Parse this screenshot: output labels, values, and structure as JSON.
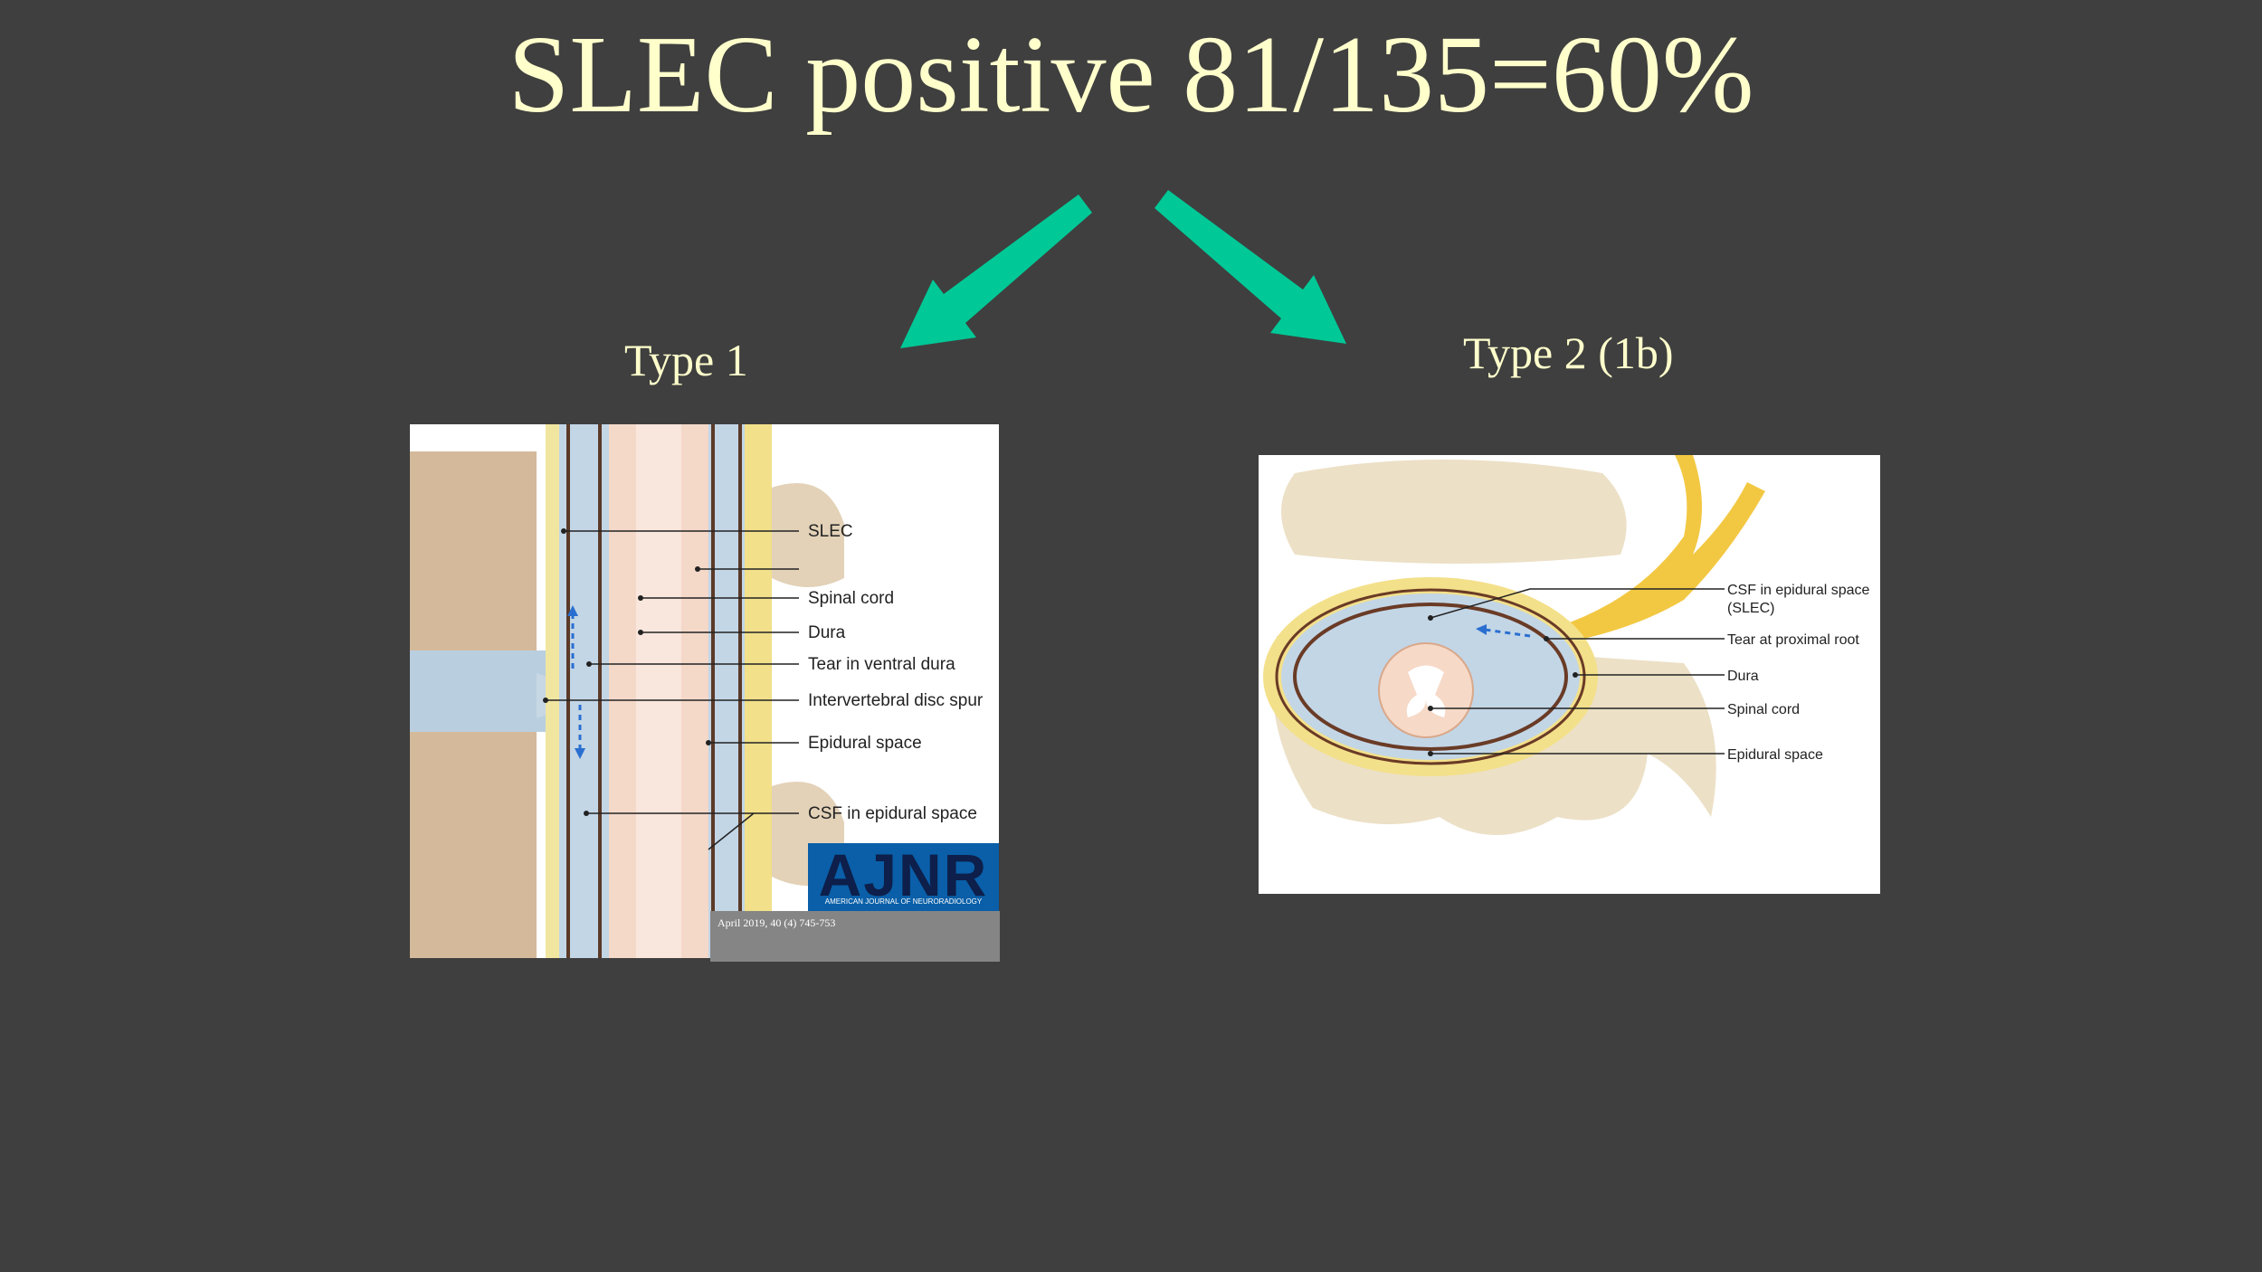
{
  "slide": {
    "title": "SLEC positive 81/135=60%",
    "arrow_color": "#00c896"
  },
  "left": {
    "label": "Type 1",
    "labels": [
      "SLEC",
      "Spinal cord",
      "Dura",
      "Tear in ventral dura",
      "Intervertebral disc spur",
      "Epidural space",
      "CSF in epidural space"
    ],
    "logo": "AJNR",
    "logo_sub": "AMERICAN JOURNAL OF NEURORADIOLOGY",
    "citation": "April 2019, 40 (4) 745-753"
  },
  "right": {
    "label": "Type 2 (1b)",
    "labels": [
      "CSF in epidural space",
      "(SLEC)",
      "Tear at proximal root",
      "Dura",
      "Spinal cord",
      "Epidural space"
    ]
  }
}
